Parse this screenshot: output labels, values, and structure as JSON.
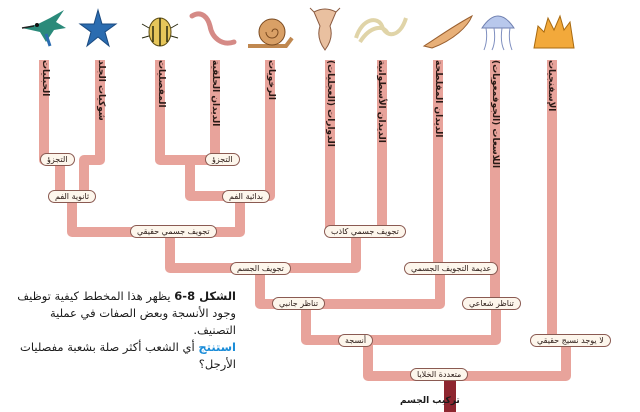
{
  "colors": {
    "branch": "#e8a39b",
    "branch_dark": "#9c4a45",
    "trunk": "#8e2630",
    "label_bg": "#fdf6ec",
    "caption_question": "#1a8cd8"
  },
  "phyla": [
    {
      "label": "الحبليات",
      "icon": "hummingbird-icon"
    },
    {
      "label": "شوكيات الجلد",
      "icon": "starfish-icon"
    },
    {
      "label": "المفصليات",
      "icon": "beetle-icon"
    },
    {
      "label": "الديدان الحلقية",
      "icon": "earthworm-icon"
    },
    {
      "label": "الرخويات",
      "icon": "snail-icon"
    },
    {
      "label": "الدوارات (العجليات)",
      "icon": "rotifer-icon"
    },
    {
      "label": "الديدان الأسطوانية",
      "icon": "roundworm-icon"
    },
    {
      "label": "الديدان المفلطحة",
      "icon": "flatworm-icon"
    },
    {
      "label": "اللاسعات (الجوفمعويات)",
      "icon": "jellyfish-icon"
    },
    {
      "label": "الإسفنجيات",
      "icon": "sponge-icon"
    }
  ],
  "nodes": {
    "segmentation_1": "التجزؤ",
    "segmentation_2": "التجزؤ",
    "deuterostome": "ثانوية الفم",
    "protostome": "بدائية الفم",
    "true_coelom": "تجويف جسمي حقيقي",
    "pseudocoelom": "تجويف جسمي كاذب",
    "coelom": "تجويف الجسم",
    "acoelomate": "عديمة التجويف الجسمي",
    "bilateral": "تناظر جانبي",
    "radial": "تناظر شعاعي",
    "tissues": "أنسجة",
    "no_tissues": "لا يوجد نسيج حقيقي",
    "multicellular": "متعددة الخلايا"
  },
  "caption": {
    "title": "الشكل 8-6",
    "text": "يظهر هذا المخطط كيفية توظيف وجود الأنسجة وبعض الصفات في عملية التصنيف.",
    "question_label": "استنتج",
    "question": "أي الشعب أكثر صلة بشعبة مفصليات الأرجل؟"
  },
  "footer": "تركيب الجسم"
}
